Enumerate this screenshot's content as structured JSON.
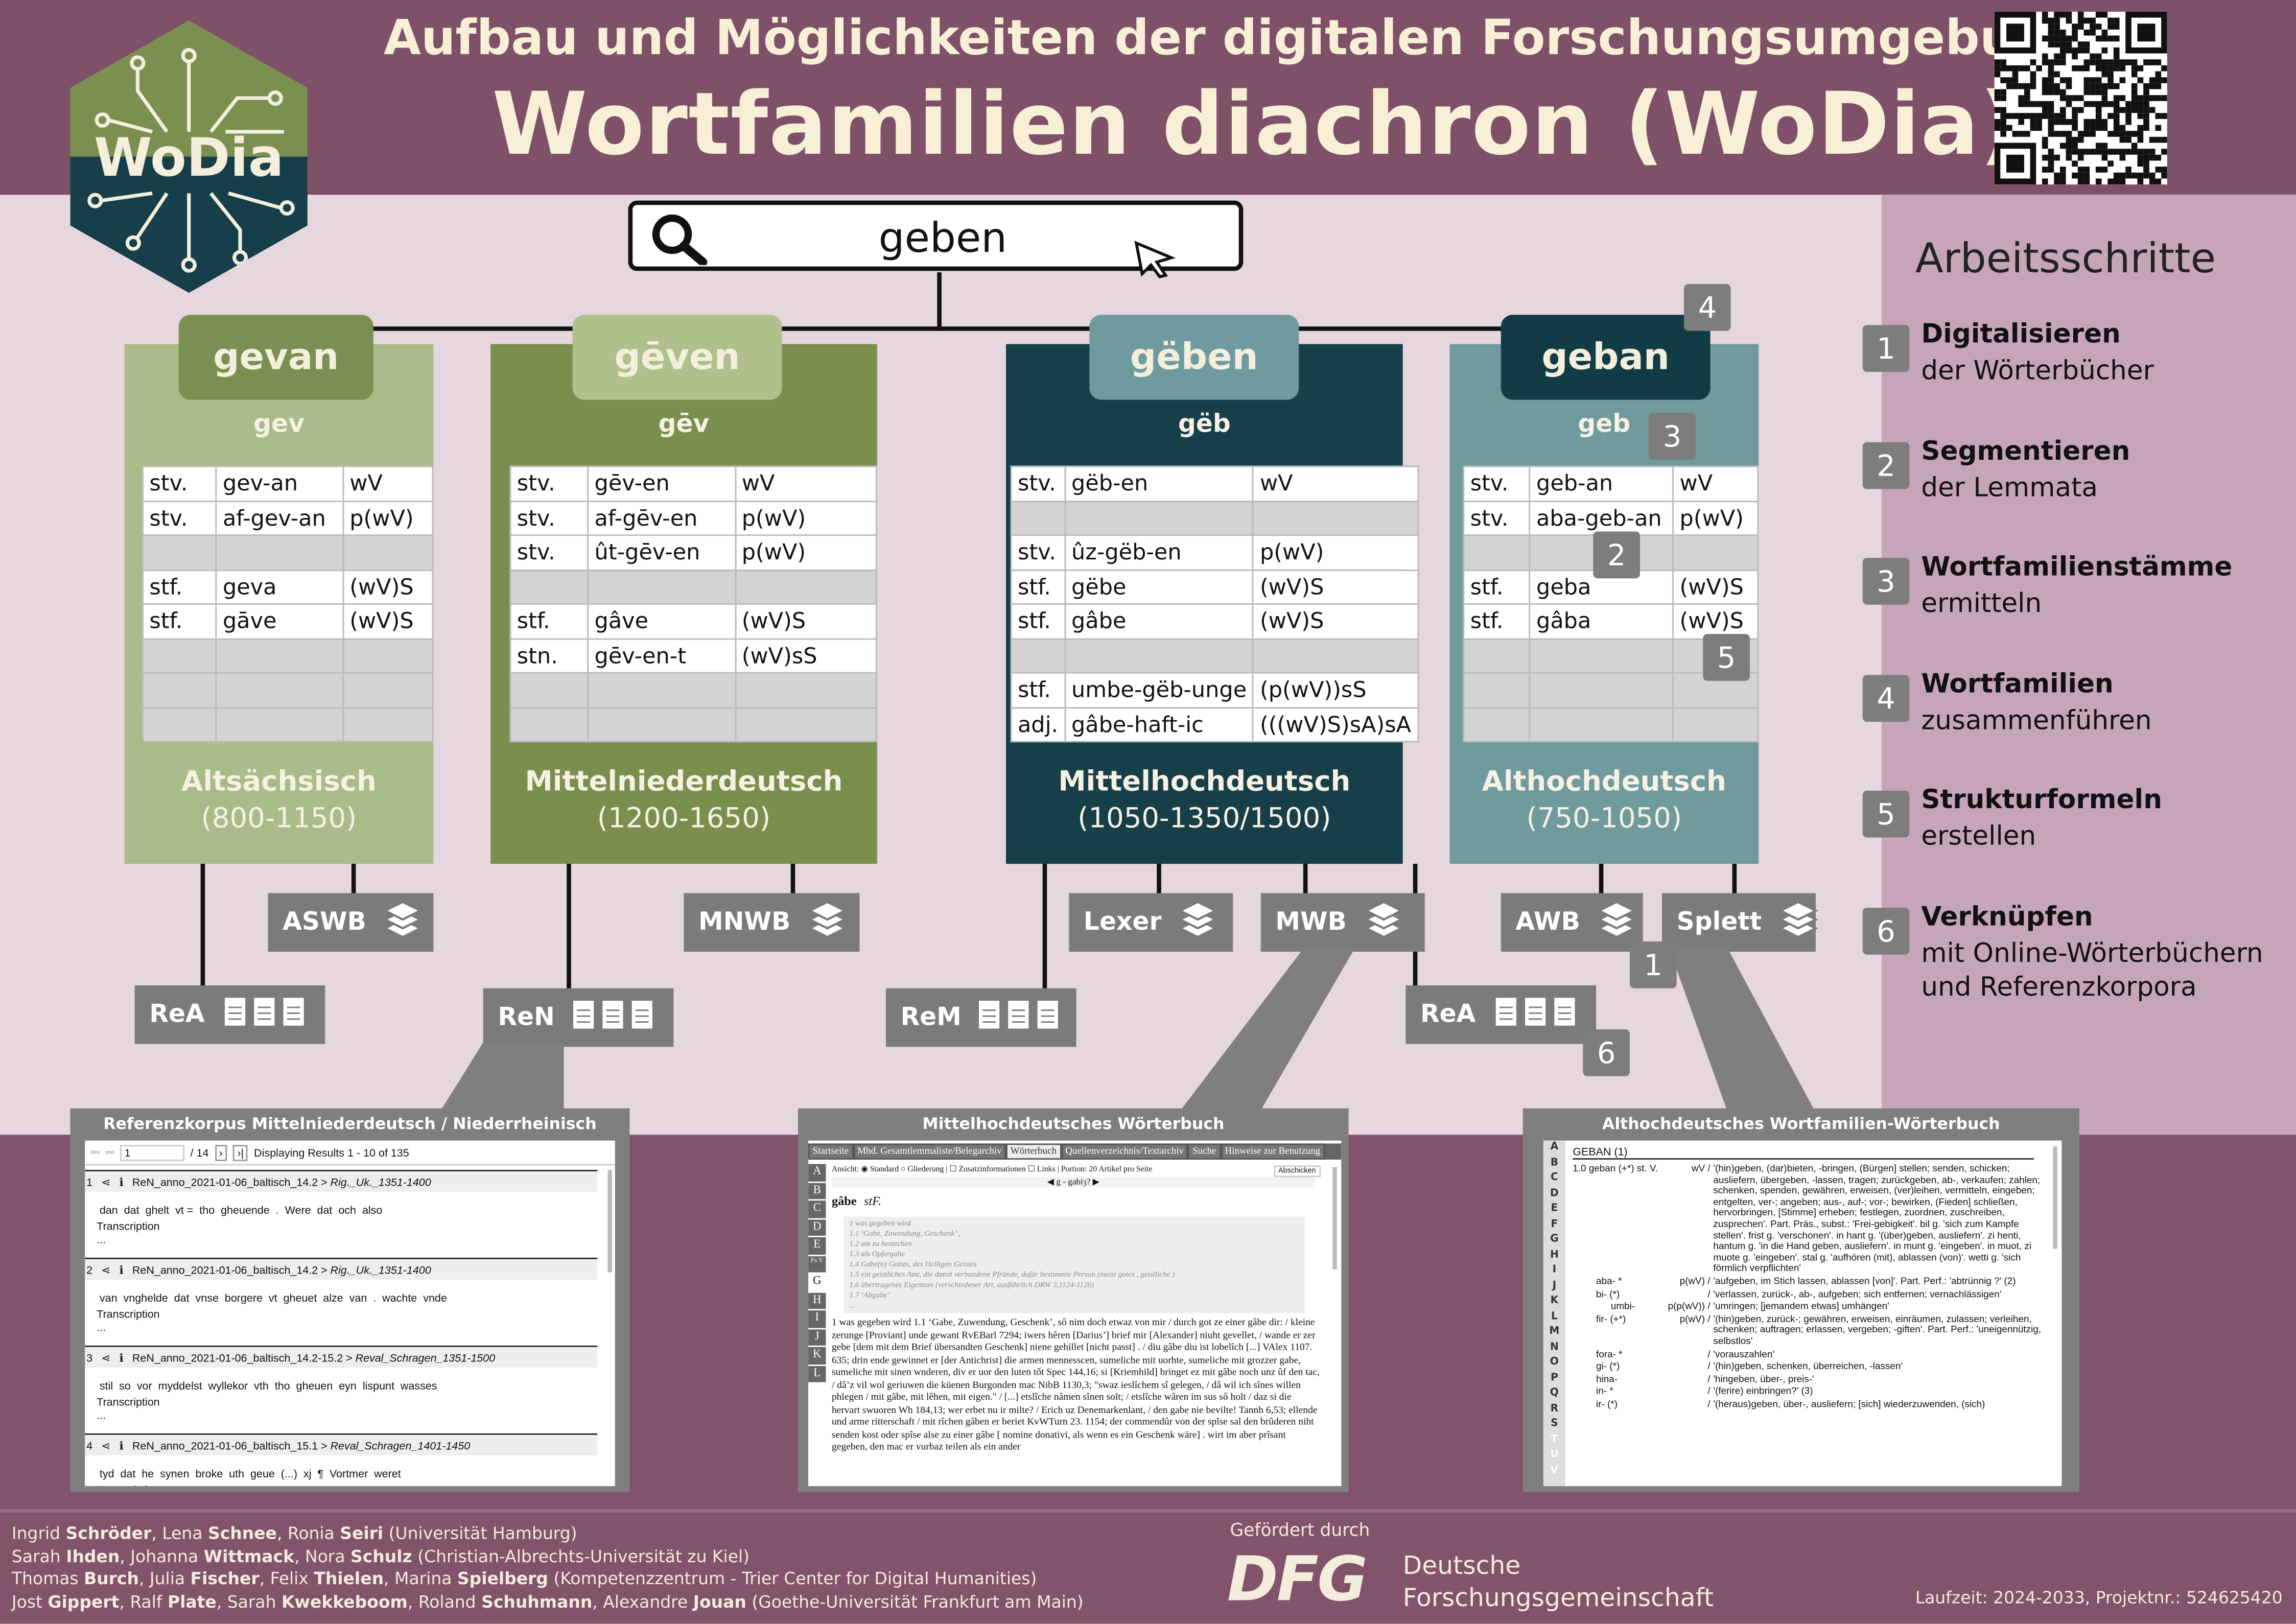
{
  "header": {
    "subtitle": "Aufbau und Möglichkeiten der digitalen Forschungsumgebung",
    "title": "Wortfamilien diachron (WoDia)",
    "logo_text": "WoDia"
  },
  "search": {
    "query": "geben",
    "cursor_char": "|"
  },
  "colors": {
    "header": "#7f5169",
    "as": "#a9bb88",
    "mnd": "#7a8f4e",
    "mhd": "#173f4a",
    "ahd": "#6f9a9e"
  },
  "columns": [
    {
      "headword": "gevan",
      "stem": "gev",
      "language": "Altsächsisch",
      "period": "(800-1150)",
      "rows": [
        [
          "stv.",
          "gev-an",
          "wV"
        ],
        [
          "stv.",
          "af-gev-an",
          "p(wV)"
        ],
        [
          "",
          "",
          ""
        ],
        [
          "stf.",
          "geva",
          "(wV)S"
        ],
        [
          "stf.",
          "gāve",
          "(wV)S"
        ],
        [
          "",
          "",
          ""
        ],
        [
          "",
          "",
          ""
        ],
        [
          "",
          "",
          ""
        ]
      ]
    },
    {
      "headword": "gēven",
      "stem": "gēv",
      "language": "Mittelniederdeutsch",
      "period": "(1200-1650)",
      "rows": [
        [
          "stv.",
          "gēv-en",
          "wV"
        ],
        [
          "stv.",
          "af-gēv-en",
          "p(wV)"
        ],
        [
          "stv.",
          "ût-gēv-en",
          "p(wV)"
        ],
        [
          "",
          "",
          ""
        ],
        [
          "stf.",
          "gâve",
          "(wV)S"
        ],
        [
          "stn.",
          "gēv-en-t",
          "(wV)sS"
        ],
        [
          "",
          "",
          ""
        ],
        [
          "",
          "",
          ""
        ]
      ]
    },
    {
      "headword": "gëben",
      "stem": "gëb",
      "language": "Mittelhochdeutsch",
      "period": "(1050-1350/1500)",
      "rows": [
        [
          "stv.",
          "gëb-en",
          "wV"
        ],
        [
          "",
          "",
          ""
        ],
        [
          "stv.",
          "ûz-gëb-en",
          "p(wV)"
        ],
        [
          "stf.",
          "gëbe",
          "(wV)S"
        ],
        [
          "stf.",
          "gâbe",
          "(wV)S"
        ],
        [
          "",
          "",
          ""
        ],
        [
          "stf.",
          "umbe-gëb-unge",
          "(p(wV))sS"
        ],
        [
          "adj.",
          "gâbe-haft-ic",
          "(((wV)S)sA)sA"
        ]
      ]
    },
    {
      "headword": "geban",
      "stem": "geb",
      "language": "Althochdeutsch",
      "period": "(750-1050)",
      "rows": [
        [
          "stv.",
          "geb-an",
          "wV"
        ],
        [
          "stv.",
          "aba-geb-an",
          "p(wV)"
        ],
        [
          "",
          "",
          ""
        ],
        [
          "stf.",
          "geba",
          "(wV)S"
        ],
        [
          "stf.",
          "gâba",
          "(wV)S"
        ],
        [
          "",
          "",
          ""
        ],
        [
          "",
          "",
          ""
        ],
        [
          "",
          "",
          ""
        ]
      ]
    }
  ],
  "sources": {
    "dictionaries": [
      "ASWB",
      "MNWB",
      "Lexer",
      "MWB",
      "AWB",
      "Splett"
    ],
    "corpora": [
      "ReA",
      "ReN",
      "ReM",
      "ReA"
    ]
  },
  "badges": [
    "4",
    "3",
    "2",
    "5",
    "1",
    "6"
  ],
  "steps": {
    "heading": "Arbeitsschritte",
    "items": [
      {
        "num": "1",
        "bold": "Digitalisieren",
        "rest": "der Wörterbücher"
      },
      {
        "num": "2",
        "bold": "Segmentieren",
        "rest": "der Lemmata"
      },
      {
        "num": "3",
        "bold": "Wortfamilienstämme",
        "rest": "ermitteln"
      },
      {
        "num": "4",
        "bold": "Wortfamilien",
        "rest": "zusammenführen"
      },
      {
        "num": "5",
        "bold": "Strukturformeln",
        "rest": "erstellen"
      },
      {
        "num": "6",
        "bold": "Verknüpfen",
        "rest": "mit Online-Wörterbüchern und Referenzkorpora"
      }
    ]
  },
  "ren": {
    "title": "Referenzkorpus Mittelniederdeutsch / Niederrheinisch",
    "page": "1",
    "pages": "/ 14",
    "results": "Displaying Results 1 - 10 of 135",
    "transcription": "Transcription",
    "more": "...",
    "hits": [
      {
        "n": "1",
        "doc": "ReN_anno_2021-01-06_baltisch_14.2 >",
        "text": "Rig._Uk._1351-1400",
        "line": "dan  dat  ghelt  vt =  tho  gheuende  .  Were  dat  och  also"
      },
      {
        "n": "2",
        "doc": "ReN_anno_2021-01-06_baltisch_14.2 >",
        "text": "Rig._Uk._1351-1400",
        "line": "van  vnghelde  dat  vnse  borgere  vt  gheuet  alze  van  .  wachte  vnde"
      },
      {
        "n": "3",
        "doc": "ReN_anno_2021-01-06_baltisch_14.2-15.2 >",
        "text": "Reval_Schragen_1351-1500",
        "line": "stil  so  vor  myddelst  wyllekor  vth  tho  gheuen  eyn  lispunt  wasses"
      },
      {
        "n": "4",
        "doc": "ReN_anno_2021-01-06_baltisch_15.1 >",
        "text": "Reval_Schragen_1401-1450",
        "line": "tyd  dat  he  synen  broke  uth  geue  (...)  xj  ¶  Vortmer  weret"
      }
    ]
  },
  "mwb": {
    "title": "Mittelhochdeutsches Wörterbuch",
    "nav": [
      "Startseite",
      "Mhd. Gesamtlemmaliste/Belegarchiv",
      "Wörterbuch",
      "Quellenverzeichnis/Textarchiv",
      "Suche",
      "Hinweise zur Benutzung"
    ],
    "letters": [
      "A",
      "B",
      "C",
      "D",
      "E",
      "Fs.V",
      "G",
      "H",
      "I",
      "J",
      "K",
      "L"
    ],
    "options": "Ansicht: ◉ Standard ○ Gliederung | ☐ Zusatzinformationen ☐ Links | Portion: 20 Artikel pro Seite",
    "submit": "Abschicken",
    "range": "◀ g - gabiȝ? ▶",
    "lemma": "gâbe",
    "pos": "stF.",
    "senses": [
      "1 was gegeben wird",
      "1.1 ‘Gabe, Zuwendung, Geschenk’ ,",
      "1.2 um zu bestechen",
      "1.3 als Opfergabe",
      "1.4 Gabe(n) Gottes, des Heiligen Geistes",
      "1.5 ein geistliches Amt, die damit verbundene Pfründe, dafür bestimmte Person (meist gotes , geistliche )",
      "1.6 übertragenes Eigentum (verschiedener Art, ausführlich DRW 3,1124-1126)",
      "1.7 ‘Abgabe’",
      "..."
    ],
    "body": "1 was gegeben wird   1.1 ‘Gabe, Zuwendung, Geschenk’, sô nim doch etwaz von mir / durch got ze einer gâbe dir: / kleine zerunge [Proviant] unde gewant RvEBarl 7294; iwers hêren [Darius’] brief mir [Alexander] niuht gevellet, / wande er zer gebe [dem mit dem Brief übersandten Geschenk] niene gehillet [nicht passt] . / diu gâbe diu ist lobelîch [...] VAlex 1107. 635; drin ende gewinnet er [der Antichrist] die armen mennesscen, sumeliche mit uorhte, sumeliche mit grozzer gabe, sumeliche mit sinen wnderen, div er uor den luten tốt Spec 144,16; si [Kriemhild] bringet ez mit gâbe noch unz ûf den tac, / dâ’z vil wol geriuwen die küenen Burgonden mac NibB 1130,3; \"swaz ieslîchem sî gelegen, / dâ wil ich sînes willen phlegen / mit gâbe, mit lêhen, mit eigen.\" / [...] etslîche nâmen sînen solt; / etslîche wâren im sus sô holt / daz si die hervart swuoren Wh 184,13; wer erbet nu ir milte? / Erich uz Denemarkenlant, / den gabe nie bevilte! Tannh 6,53; ellende und arme ritterschaft / mit rîchen gâben er beriet KvWTurn 23. 1154; der commendûr von der spîse sal den brûderen niht senden kost oder spîse alse zu einer gâbe [ nomine donativi, als wenn es ein Geschenk wäre] . wirt im aber prîsant gegeben, den mac er vurbaz teilen als ein ander"
  },
  "ahd": {
    "title": "Althochdeutsches Wortfamilien-Wörterbuch",
    "letters": [
      "A",
      "B",
      "C",
      "D",
      "E",
      "F",
      "G",
      "H",
      "I",
      "J",
      "K",
      "L",
      "M",
      "N",
      "O",
      "P",
      "Q",
      "R",
      "S",
      "T",
      "U",
      "V"
    ],
    "heading": "GEBAN (1)",
    "entries": [
      {
        "lemma": "1.0  geban (+*) st. V.",
        "form": "wV /",
        "gloss": "'(hin)geben, (dar)bieten, -bringen, (Bürgen] stellen; senden, schicken; ausliefern, übergeben, -lassen, tragen; zurückgeben, ab-, verkaufen; zahlen; schenken, spenden, gewähren, erweisen, (ver)leihen, vermitteln, eingeben; entgelten, ver-; angeben; aus-, auf-; vor-; bewirken, (Fieden] schließen, hervorbringen, [Stimme] erheben; festlegen, zuordnen, zuschreiben, zusprechen'. Part. Präs., subst.: 'Frei-gebigkeit'. bil g. 'sich zum Kampfe stellen'. frist g. 'verschonen'. in hant g. '(über)geben, ausliefern'. zi henti, hantum g. 'in die Hand geben, ausliefern'. in munt g. 'eingeben'. in muot, zi muote g. 'eingeben'. stal g. 'aufhören (mit), ablassen (von)'. wetti g. 'sich förmlich verpflichten'"
      },
      {
        "lemma": "aba- *",
        "form": "p(wV) /",
        "gloss": "'aufgeben, im Stich lassen, ablassen [von]'. Part. Perf.: 'abtrünnig ?' (2)"
      },
      {
        "lemma": "bi- (*)",
        "form": "/",
        "gloss": "'verlassen, zurück-, ab-, aufgeben; sich entfernen; vernachlässigen'"
      },
      {
        "lemma": "umbi-",
        "form": "p(p(wV)) /",
        "gloss": "'umringen; [jemandem etwas] umhängen'"
      },
      {
        "lemma": "fir- (+*)",
        "form": "p(wV) /",
        "gloss": "'(hin)geben, zurück-; gewähren, erweisen, einräumen, zulassen; verleihen, schenken; auftragen; erlassen, vergeben; -giften'. Part. Perf.: 'uneigennützig, selbstlos'"
      },
      {
        "lemma": "fora- *",
        "form": "/",
        "gloss": "'vorauszahlen'"
      },
      {
        "lemma": "gi- (*)",
        "form": "/",
        "gloss": "'(hin)geben, schenken, überreichen, -lassen'"
      },
      {
        "lemma": "hina-",
        "form": "/",
        "gloss": "'hingeben, über-, preis-'"
      },
      {
        "lemma": "in- *",
        "form": "/",
        "gloss": "'(ferire) einbringen?' (3)"
      },
      {
        "lemma": "ir- (*)",
        "form": "/",
        "gloss": "'(heraus)geben, über-, ausliefern; [sich] wiederzuwenden, (sich)"
      }
    ]
  },
  "footer": {
    "authors": [
      [
        [
          "Ingrid ",
          0
        ],
        [
          "Schröder",
          1
        ],
        [
          ", Lena ",
          0
        ],
        [
          "Schnee",
          1
        ],
        [
          ", Ronia ",
          0
        ],
        [
          "Seiri",
          1
        ],
        [
          " (Universität Hamburg)",
          0
        ]
      ],
      [
        [
          "Sarah ",
          0
        ],
        [
          "Ihden",
          1
        ],
        [
          ", Johanna ",
          0
        ],
        [
          "Wittmack",
          1
        ],
        [
          ", Nora ",
          0
        ],
        [
          "Schulz",
          1
        ],
        [
          " (Christian-Albrechts-Universität zu Kiel)",
          0
        ]
      ],
      [
        [
          "Thomas ",
          0
        ],
        [
          "Burch",
          1
        ],
        [
          ", Julia ",
          0
        ],
        [
          "Fischer",
          1
        ],
        [
          ", Felix ",
          0
        ],
        [
          "Thielen",
          1
        ],
        [
          ", Marina ",
          0
        ],
        [
          "Spielberg",
          1
        ],
        [
          " (Kompetenzzentrum - Trier Center for Digital Humanities)",
          0
        ]
      ],
      [
        [
          "Jost ",
          0
        ],
        [
          "Gippert",
          1
        ],
        [
          ", Ralf ",
          0
        ],
        [
          "Plate",
          1
        ],
        [
          ", Sarah ",
          0
        ],
        [
          "Kwekkeboom",
          1
        ],
        [
          ", Roland ",
          0
        ],
        [
          "Schuhmann",
          1
        ],
        [
          ", Alexandre ",
          0
        ],
        [
          "Jouan",
          1
        ],
        [
          " (Goethe-Universität Frankfurt am Main)",
          0
        ]
      ]
    ],
    "funded_by": "Gefördert durch",
    "dfg_logo": "DFG",
    "dfg_name_1": "Deutsche",
    "dfg_name_2": "Forschungsgemeinschaft",
    "runtime": "Laufzeit: 2024-2033, Projektnr.: 524625420"
  }
}
